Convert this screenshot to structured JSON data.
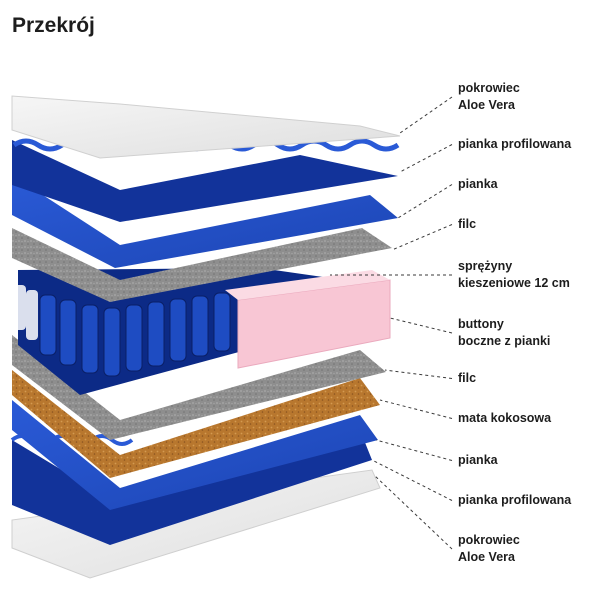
{
  "title": "Przekrój",
  "colors": {
    "blue": "#1e4cc2",
    "blue_dark": "#0c2a86",
    "felt": "#8f8f8f",
    "coconut": "#b8772e",
    "foam_pink": "#f6c3d2",
    "cover": "#ececec",
    "leader": "#3a3a3a"
  },
  "layers": [
    {
      "lines": [
        "pokrowiec",
        "Aloe Vera"
      ],
      "icon": "cover-layer"
    },
    {
      "lines": [
        "pianka profilowana"
      ],
      "icon": "egg-crate-foam"
    },
    {
      "lines": [
        "pianka"
      ],
      "icon": "foam-layer"
    },
    {
      "lines": [
        "filc"
      ],
      "icon": "felt-layer"
    },
    {
      "lines": [
        "sprężyny",
        "kieszeniowe 12 cm"
      ],
      "icon": "pocket-springs"
    },
    {
      "lines": [
        "buttony",
        "boczne z pianki"
      ],
      "icon": "foam-side-button"
    },
    {
      "lines": [
        "filc"
      ],
      "icon": "felt-layer"
    },
    {
      "lines": [
        "mata kokosowa"
      ],
      "icon": "coconut-mat"
    },
    {
      "lines": [
        "pianka"
      ],
      "icon": "foam-layer"
    },
    {
      "lines": [
        "pianka profilowana"
      ],
      "icon": "egg-crate-foam"
    },
    {
      "lines": [
        "pokrowiec",
        "Aloe Vera"
      ],
      "icon": "cover-layer"
    }
  ]
}
